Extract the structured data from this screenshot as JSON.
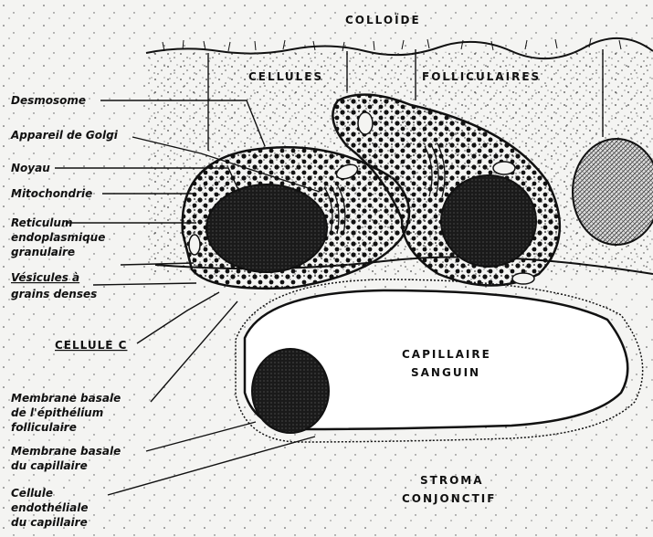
{
  "regions": {
    "colloid": "COLLOÏDE",
    "cells_left": "CELLULES",
    "cells_right": "FOLLICULAIRES",
    "capillary_1": "CAPILLAIRE",
    "capillary_2": "SANGUIN",
    "stroma_1": "STROMA",
    "stroma_2": "CONJONCTIF"
  },
  "labels": {
    "desmosome": "Desmosome",
    "golgi": "Appareil de Golgi",
    "noyau": "Noyau",
    "mitochondrie": "Mitochondrie",
    "reticulum_1": "Reticulum",
    "reticulum_2": "endoplasmique",
    "reticulum_3": "granulaire",
    "vesicules_1": "Vésicules à",
    "vesicules_2": "grains denses",
    "cellule_c": "CELLULE C",
    "mb_epith_1": "Membrane basale",
    "mb_epith_2": "de l'épithélium",
    "mb_epith_3": "folliculaire",
    "mb_cap_1": "Membrane basale",
    "mb_cap_2": "du capillaire",
    "endo_1": "Cellule",
    "endo_2": "endothéliale",
    "endo_3": "du capillaire"
  },
  "colors": {
    "ink": "#111111",
    "paper": "#f4f4f2",
    "nucleus": "#1a1a1a"
  }
}
